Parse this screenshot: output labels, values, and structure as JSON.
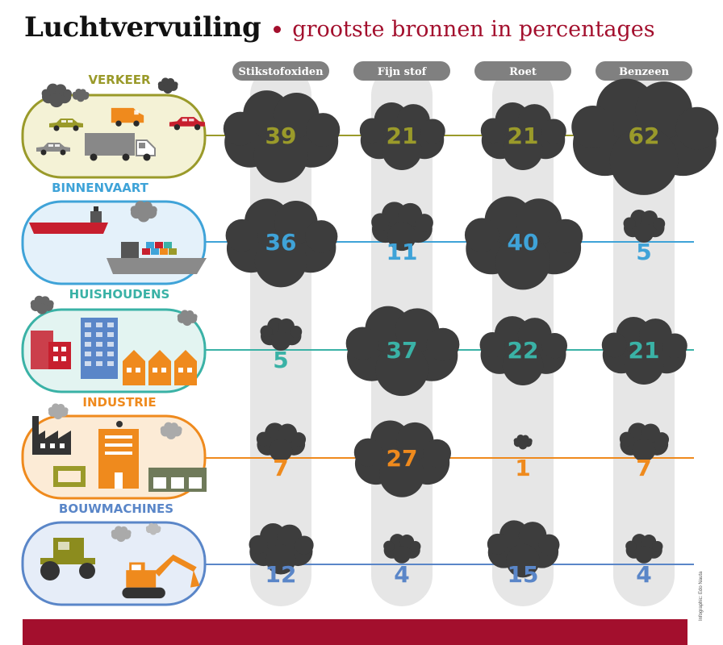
{
  "title": "Luchtvervuiling",
  "subtitle": "grootste bronnen in percentages",
  "credit": "Infographic: Edo Nauta",
  "colors": {
    "accent": "#a30f2d",
    "cloud": "#3d3d3d",
    "column": "#e6e6e6",
    "header": "#808080"
  },
  "chart_data": {
    "type": "table",
    "title": "Luchtvervuiling",
    "subtitle": "grootste bronnen in percentages",
    "columns": [
      "Stikstofoxiden",
      "Fijn stof",
      "Roet",
      "Benzeen"
    ],
    "rows": [
      {
        "name": "VERKEER",
        "color": "#9a9a2a",
        "values": [
          39,
          21,
          21,
          62
        ]
      },
      {
        "name": "BINNENVAART",
        "color": "#3fa3d8",
        "values": [
          36,
          11,
          40,
          5
        ]
      },
      {
        "name": "HUISHOUDENS",
        "color": "#3ab2a6",
        "values": [
          5,
          37,
          22,
          21
        ]
      },
      {
        "name": "INDUSTRIE",
        "color": "#ef8a1d",
        "values": [
          7,
          27,
          1,
          7
        ]
      },
      {
        "name": "BOUWMACHINES",
        "color": "#5a86c8",
        "values": [
          12,
          4,
          15,
          4
        ]
      }
    ],
    "encoding": "cloud size proportional to percentage"
  }
}
